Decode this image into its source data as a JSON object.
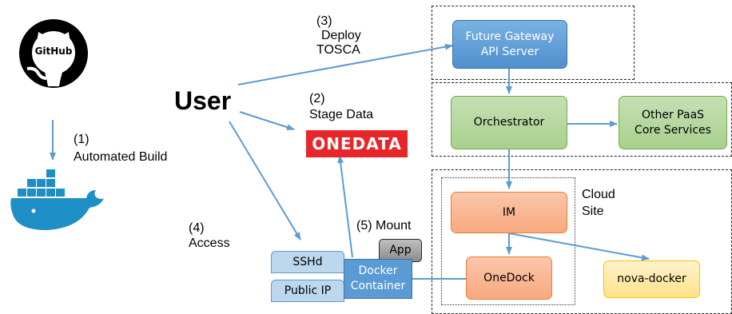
{
  "user_label": "User",
  "github": {
    "logo_text": "GitHub"
  },
  "onedata": {
    "logo_text": "ONEDATA"
  },
  "steps": {
    "automated_build": {
      "num": "(1)",
      "text": "Automated Build"
    },
    "stage_data": {
      "num": "(2)",
      "text": "Stage Data"
    },
    "deploy_tosca": {
      "num": "(3)",
      "line1": "Deploy",
      "line2": "TOSCA"
    },
    "access": {
      "num": "(4)",
      "text": "Access"
    },
    "mount": {
      "text": "(5) Mount"
    }
  },
  "nodes": {
    "future_gateway": {
      "line1": "Future Gateway",
      "line2": "API Server"
    },
    "orchestrator": {
      "label": "Orchestrator"
    },
    "other_paas": {
      "line1": "Other PaaS",
      "line2": "Core Services"
    },
    "im": {
      "label": "IM"
    },
    "onedock": {
      "label": "OneDock"
    },
    "nova_docker": {
      "label": "nova-docker"
    },
    "app": {
      "label": "App"
    },
    "docker_container": {
      "line1": "Docker",
      "line2": "Container"
    },
    "sshd": {
      "label": "SSHd"
    },
    "public_ip": {
      "label": "Public IP"
    }
  },
  "cloud_site": {
    "line1": "Cloud",
    "line2": "Site"
  },
  "colors": {
    "arrow": "#5b9bd5",
    "blue_box": "#5b9bd5",
    "green_fill": "#a9d08e",
    "green_border": "#70ad47",
    "orange_fill": "#f8b08b",
    "orange_border": "#ed7d31",
    "yellow_fill": "#ffe699",
    "yellow_border": "#ffc000",
    "onedata_red": "#e8262a",
    "docker_blue": "#1e8fc6"
  }
}
